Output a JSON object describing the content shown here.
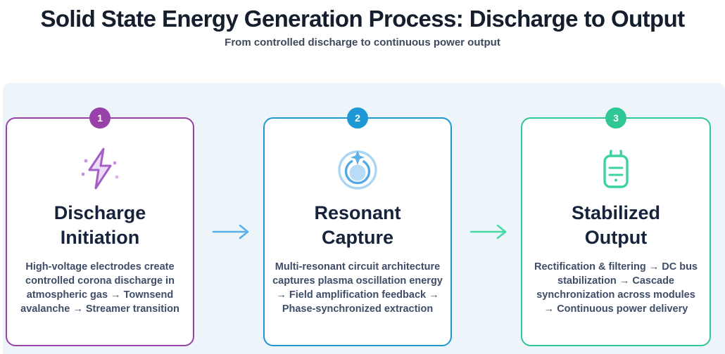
{
  "header": {
    "title": "Solid State Energy Generation Process: Discharge to Output",
    "subtitle": "From controlled discharge to continuous power output"
  },
  "steps": [
    {
      "number": "1",
      "title": "Discharge Initiation",
      "description": "High-voltage electrodes create controlled corona discharge in atmospheric gas → Townsend avalanche → Streamer transition",
      "accent_color": "#9741a9",
      "icon": "lightning-sparkles-icon"
    },
    {
      "number": "2",
      "title": "Resonant Capture",
      "description": "Multi-resonant circuit architecture captures plasma oscillation energy → Field amplification feedback → Phase-synchronized extraction",
      "accent_color": "#1d98d5",
      "icon": "resonance-rings-icon"
    },
    {
      "number": "3",
      "title": "Stabilized Output",
      "description": "Rectification & filtering → DC bus stabilization → Cascade synchronization across modules → Continuous power delivery",
      "accent_color": "#2ec795",
      "icon": "battery-icon"
    }
  ],
  "arrows": [
    {
      "name": "arrow-1",
      "color": "#58b0e8"
    },
    {
      "name": "arrow-2",
      "color": "#45dba5"
    }
  ],
  "colors": {
    "panel_background": "#edf4fa",
    "card_background": "#ffffff",
    "title_text": "#141e2c",
    "subtitle_text": "#3d4a5c",
    "card_title_text": "#16233b",
    "description_text": "#3f4d68"
  }
}
